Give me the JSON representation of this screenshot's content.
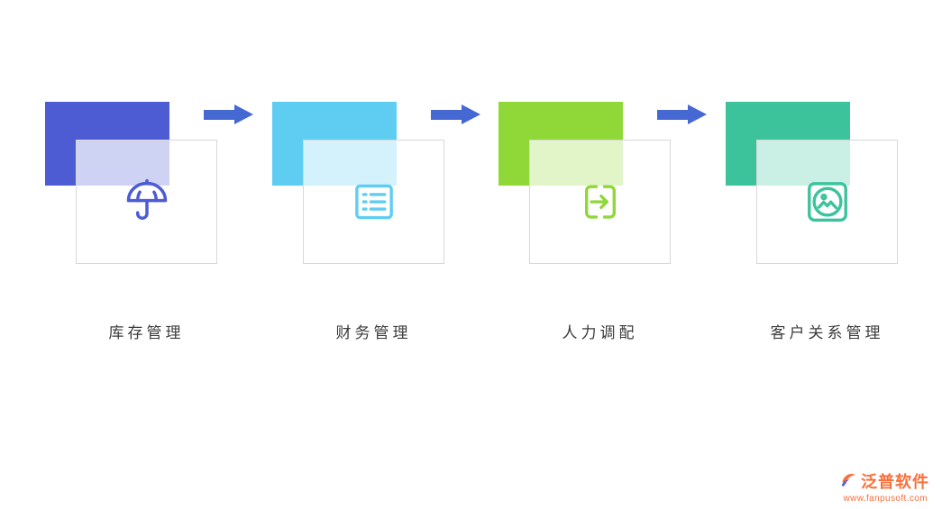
{
  "steps": [
    {
      "label": "库存管理",
      "color": "#4d5cd3",
      "icon": "umbrella-icon"
    },
    {
      "label": "财务管理",
      "color": "#5fcdf2",
      "icon": "invoice-list-icon"
    },
    {
      "label": "人力调配",
      "color": "#8fd838",
      "icon": "transfer-arrow-icon"
    },
    {
      "label": "客户关系管理",
      "color": "#3cc39c",
      "icon": "picture-icon"
    }
  ],
  "arrow_color": "#4568d2",
  "footer": {
    "brand_name": "泛普软件",
    "website": "www.fanpusoft.com",
    "brand_color": "#fa6f3a"
  }
}
